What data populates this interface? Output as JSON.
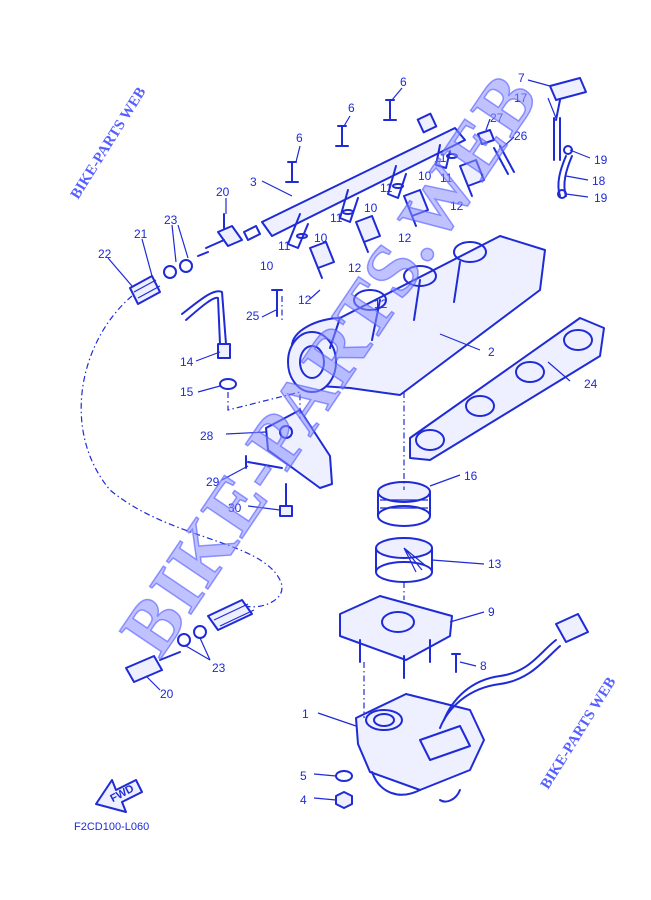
{
  "diagram_code": "F2CD100-L060",
  "fwd_label": "FWD",
  "watermarks": {
    "big": "BIKE-PARTS.WEB",
    "small": "BIKE-PARTS WEB",
    "registered": "®"
  },
  "colors": {
    "line": "#1f2bd6",
    "watermark": "#8a90ff",
    "background": "#ffffff"
  },
  "callouts": [
    "1",
    "2",
    "3",
    "4",
    "5",
    "6",
    "6",
    "6",
    "7",
    "8",
    "9",
    "10",
    "10",
    "10",
    "10",
    "11",
    "11",
    "11",
    "11",
    "11",
    "12",
    "12",
    "12",
    "12",
    "12",
    "13",
    "14",
    "15",
    "16",
    "17",
    "18",
    "19",
    "19",
    "20",
    "20",
    "21",
    "22",
    "23",
    "23",
    "24",
    "25",
    "26",
    "27",
    "28",
    "29",
    "30"
  ]
}
